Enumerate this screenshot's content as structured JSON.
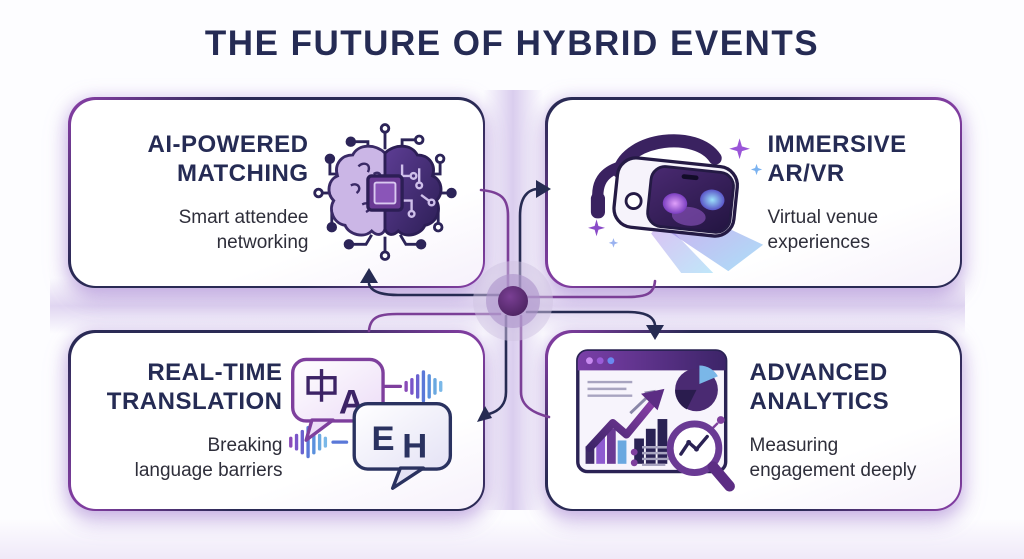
{
  "page": {
    "title": "THE FUTURE OF HYBRID EVENTS"
  },
  "palette": {
    "navy": "#252b54",
    "purple": "#8a3fa8",
    "connector_purple": "#7b3f97",
    "hub_core": "#5a2b6e",
    "subtitle_text": "#2e2e3a",
    "card_background": "#ffffff"
  },
  "cards": [
    {
      "id": "ai-powered-matching",
      "title_lines": [
        "AI-POWERED",
        "MATCHING"
      ],
      "subtitle_lines": [
        "Smart attendee",
        "networking"
      ],
      "icon": "brain-circuit-icon"
    },
    {
      "id": "immersive-ar-vr",
      "title_lines": [
        "IMMERSIVE",
        "AR/VR"
      ],
      "subtitle_lines": [
        "Virtual venue",
        "experiences"
      ],
      "icon": "vr-headset-icon"
    },
    {
      "id": "real-time-translation",
      "title_lines": [
        "REAL-TIME",
        "TRANSLATION"
      ],
      "subtitle_lines": [
        "Breaking",
        "language barriers"
      ],
      "icon": "translation-bubbles-icon"
    },
    {
      "id": "advanced-analytics",
      "title_lines": [
        "ADVANCED",
        "ANALYTICS"
      ],
      "subtitle_lines": [
        "Measuring",
        "engagement deeply"
      ],
      "icon": "analytics-dashboard-icon"
    }
  ],
  "translation_glyphs": {
    "zh": "中",
    "a": "A",
    "e": "E",
    "h": "H"
  },
  "diagram": {
    "hub": "central-hub",
    "flows": [
      {
        "from": "ai-powered-matching",
        "to": "hub",
        "style": "purple-line"
      },
      {
        "from": "hub",
        "to": "immersive-ar-vr",
        "style": "navy-arrow"
      },
      {
        "from": "immersive-ar-vr",
        "to": "hub",
        "style": "purple-line"
      },
      {
        "from": "hub",
        "to": "advanced-analytics",
        "style": "navy-arrow"
      },
      {
        "from": "advanced-analytics",
        "to": "hub",
        "style": "purple-line"
      },
      {
        "from": "hub",
        "to": "real-time-translation",
        "style": "navy-arrow"
      },
      {
        "from": "real-time-translation",
        "to": "hub",
        "style": "purple-line"
      },
      {
        "from": "hub",
        "to": "ai-powered-matching",
        "style": "navy-arrow"
      }
    ]
  }
}
